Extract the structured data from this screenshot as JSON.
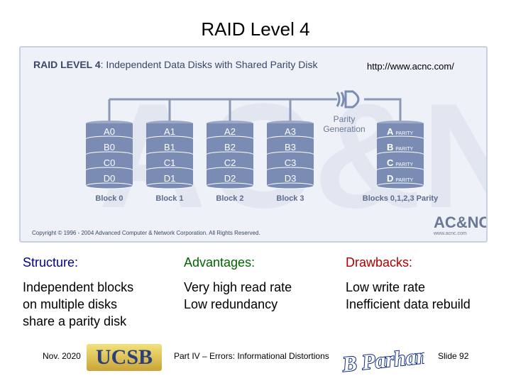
{
  "slide": {
    "title": "RAID Level 4"
  },
  "figure": {
    "heading_bold": "RAID LEVEL 4",
    "heading_rest": ": Independent Data Disks with Shared Parity Disk",
    "url": "http://www.acnc.com/",
    "parity_label_line1": "Parity",
    "parity_label_line2": "Generation",
    "disks": [
      {
        "blocks": [
          "A0",
          "B0",
          "C0",
          "D0"
        ],
        "label": "Block 0"
      },
      {
        "blocks": [
          "A1",
          "B1",
          "C1",
          "D1"
        ],
        "label": "Block 1"
      },
      {
        "blocks": [
          "A2",
          "B2",
          "C2",
          "D2"
        ],
        "label": "Block 2"
      },
      {
        "blocks": [
          "A3",
          "B3",
          "C3",
          "D3"
        ],
        "label": "Block 3"
      }
    ],
    "parity_disk": {
      "blocks": [
        {
          "letter": "A",
          "suffix": "PARITY"
        },
        {
          "letter": "B",
          "suffix": "PARITY"
        },
        {
          "letter": "C",
          "suffix": "PARITY"
        },
        {
          "letter": "D",
          "suffix": "PARITY"
        }
      ],
      "label": "Blocks 0,1,2,3 Parity"
    },
    "copyright": "Copyright © 1996 - 2004 Advanced Computer & Network Corporation. All Rights Reserved.",
    "logo_text": "AC&NC",
    "logo_url": "www.acnc.com",
    "colors": {
      "disk": "#7a8cb3",
      "disk_text": "#ffffff",
      "line": "#8b98b6",
      "bg_logo": "#dfe4ef"
    }
  },
  "columns": [
    {
      "heading": "Structure:",
      "color": "#00008b",
      "lines": [
        "Independent blocks",
        "on multiple disks",
        "share a parity disk"
      ]
    },
    {
      "heading": "Advantages:",
      "color": "#006400",
      "lines": [
        "Very high read rate",
        "Low redundancy"
      ]
    },
    {
      "heading": "Drawbacks:",
      "color": "#b00000",
      "lines": [
        "Low write rate",
        "Inefficient data rebuild"
      ]
    }
  ],
  "footer": {
    "date": "Nov. 2020",
    "ucsb_logo": "UCSB",
    "center": "Part IV – Errors: Informational Distortions",
    "signature": "B Parhami",
    "slide_number": "Slide 92"
  }
}
